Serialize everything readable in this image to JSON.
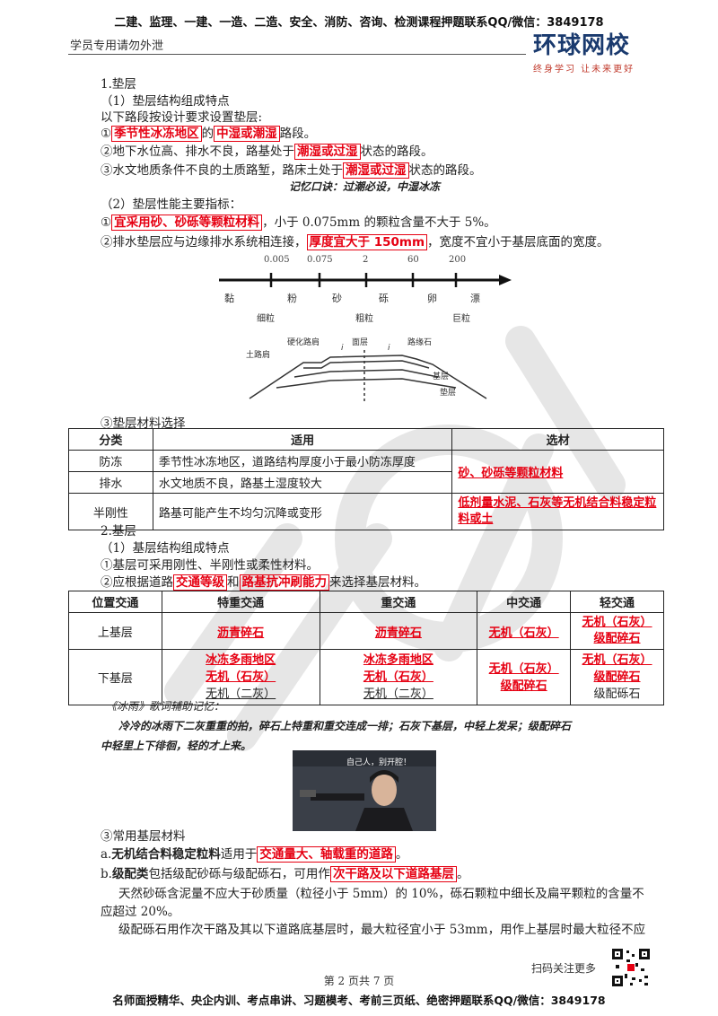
{
  "header": {
    "top": "二建、监理、一建、一造、二造、安全、消防、咨询、检测课程押题联系QQ/微信：3849178",
    "left": "学员专用请勿外泄",
    "logo": "环球网校",
    "logo_slogan": "终身学习  让未来更好"
  },
  "s1": {
    "title": "1.垫层",
    "sub1": "（1）垫层结构组成特点",
    "intro": "以下路段按设计要求设置垫层:",
    "i1_pre": "①",
    "i1_h1": "季节性冰冻地区",
    "i1_mid": "的",
    "i1_h2": "中湿或潮湿",
    "i1_post": "路段。",
    "i2_pre": "②地下水位高、排水不良，路基处于",
    "i2_h": "潮湿或过湿",
    "i2_post": "状态的路段。",
    "i3_pre": "③水文地质条件不良的土质路堑，路床土处于",
    "i3_h": "潮湿或过湿",
    "i3_post": "状态的路段。",
    "memo": "记忆口诀：过潮必设，中湿冰冻",
    "sub2": "（2）垫层性能主要指标：",
    "p1_pre": "①",
    "p1_h": "宜采用砂、砂砾等颗粒材料",
    "p1_post": "，小于 0.075mm 的颗粒含量不大于 5%。",
    "p2_pre": "②排水垫层应与边缘排水系统相连接，",
    "p2_h": "厚度宜大于 150mm",
    "p2_post": "，宽度不宜小于基层底面的宽度。",
    "sub3": "③垫层材料选择"
  },
  "grain_scale": {
    "ticks": [
      "0.005",
      "0.075",
      "2",
      "60",
      "200"
    ],
    "labels": [
      "黏",
      "粉",
      "砂",
      "砾",
      "卵",
      "漂"
    ],
    "groups": [
      "细粒",
      "粗粒",
      "巨粒"
    ]
  },
  "road_diagram": {
    "labels": [
      "硬化路肩",
      "面层",
      "路缘石",
      "土路肩",
      "基层",
      "垫层"
    ],
    "slope": "i"
  },
  "table1": {
    "headers": [
      "分类",
      "适用",
      "选材"
    ],
    "rows": [
      {
        "cat": "防冻",
        "use": "季节性冰冻地区，道路结构厚度小于最小防冻厚度"
      },
      {
        "cat": "排水",
        "use": "水文地质不良，路基土湿度较大"
      },
      {
        "cat": "半刚性",
        "use": "路基可能产生不均匀沉降或变形"
      }
    ],
    "mat1": "砂、砂砾等颗粒材料",
    "mat2": "低剂量水泥、石灰等无机结合料稳定粒料或土"
  },
  "s2": {
    "title": "2.基层",
    "sub1": "（1）基层结构组成特点",
    "i1": "①基层可采用刚性、半刚性或柔性材料。",
    "i2_pre": "②应根据道路",
    "i2_h1": "交通等级",
    "i2_mid": "和",
    "i2_h2": "路基抗冲刷能力",
    "i2_post": "来选择基层材料。"
  },
  "table2": {
    "headers": [
      "位置交通",
      "特重交通",
      "重交通",
      "中交通",
      "轻交通"
    ],
    "upper": {
      "label": "上基层",
      "c1": "沥青碎石",
      "c2": "沥青碎石",
      "c3": "无机（石灰）",
      "c4a": "无机（石灰）",
      "c4b": "级配碎石"
    },
    "lower": {
      "label": "下基层",
      "c1a": "冰冻多雨地区",
      "c1b": "无机（石灰）",
      "c1c": "无机（二灰）",
      "c2a": "冰冻多雨地区",
      "c2b": "无机（石灰）",
      "c2c": "无机（二灰）",
      "c3a": "无机（石灰）",
      "c3b": "级配碎石",
      "c4a": "无机（石灰）",
      "c4b": "级配碎石",
      "c4c": "级配砾石"
    }
  },
  "memo2": {
    "title": "《冰雨》歌词辅助记忆：",
    "line1": "冷冷的冰雨下二灰重重的拍，碎石上特重和重交连成一排；石灰下基层，中轻上发呆；级配碎石",
    "line2": "中轻里上下徘徊，轻的才上来。",
    "photo_caption": "自己人，别开腔！"
  },
  "s3": {
    "title": "③常用基层材料",
    "a_pre": "a.",
    "a_bold": "无机结合料稳定粒料",
    "a_mid": "适用于",
    "a_h": "交通量大、轴载重的道路",
    "a_post": "。",
    "b_pre": "b.",
    "b_bold": "级配类",
    "b_mid": "包括级配砂砾与级配砾石，可用作",
    "b_h": "次干路及以下道路基层",
    "b_post": "。",
    "p1": "天然砂砾含泥量不应大于砂质量（粒径小于 5mm）的 10%，砾石颗粒中细长及扁平颗粒的含量不",
    "p1b": "应超过 20%。",
    "p2": "级配砾石用作次干路及其以下道路底基层时，最大粒径宜小于 53mm，用作上基层时最大粒径不应"
  },
  "footer": {
    "qr_label": "扫码关注更多",
    "page": "第 2 页共 7 页",
    "bottom": "名师面授精华、央企内训、考点串讲、习题模考、考前三页纸、绝密押题联系QQ/微信：3849178"
  }
}
